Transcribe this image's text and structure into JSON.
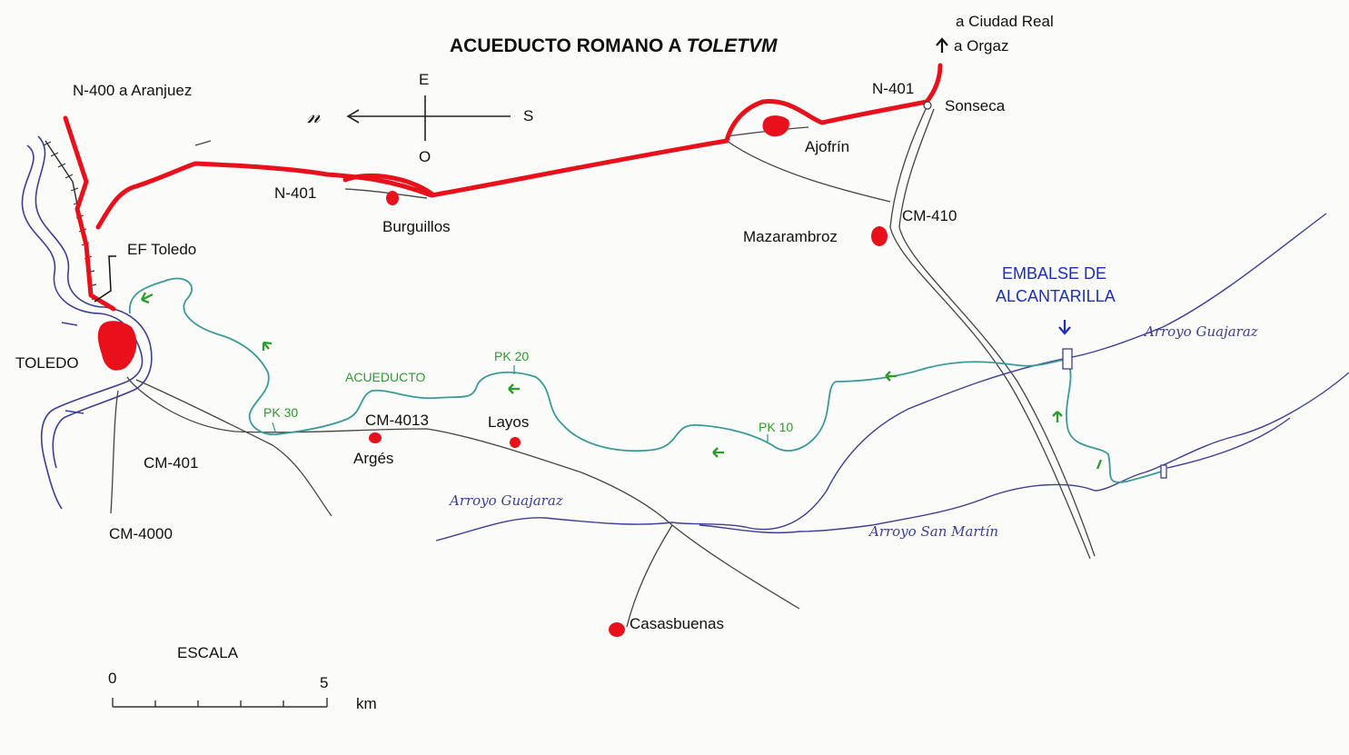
{
  "map": {
    "title": "ACUEDUCTO ROMANO A",
    "title_italic": "TOLETVM",
    "compass": {
      "east": "E",
      "south": "S",
      "west": "O",
      "north_symbol": "𝓃"
    },
    "places": {
      "toledo": "TOLEDO",
      "burguillos": "Burguillos",
      "ajofrin": "Ajofrín",
      "sonseca": "Sonseca",
      "mazarambroz": "Mazarambroz",
      "arges": "Argés",
      "layos": "Layos",
      "casasbuenas": "Casasbuenas",
      "ef_toledo": "EF Toledo"
    },
    "roads": {
      "n400": "N-400 a Aranjuez",
      "n401_west": "N-401",
      "n401_east": "N-401",
      "cm410": "CM-410",
      "cm4013": "CM-4013",
      "cm401": "CM-401",
      "cm4000": "CM-4000",
      "ciudad_real": "a Ciudad Real",
      "orgaz": "a Orgaz"
    },
    "aqueduct": {
      "label": "ACUEDUCTO",
      "pk10": "PK 10",
      "pk20": "PK 20",
      "pk30": "PK 30"
    },
    "reservoir": {
      "line1": "EMBALSE DE",
      "line2": "ALCANTARILLA"
    },
    "streams": {
      "guajaraz_east": "Arroyo Guajaraz",
      "guajaraz_west": "Arroyo Guajaraz",
      "san_martin": "Arroyo San Martín"
    },
    "scale": {
      "title": "ESCALA",
      "zero": "0",
      "five": "5",
      "unit": "km"
    },
    "colors": {
      "main_road": "#e8101a",
      "town": "#e8101a",
      "aqueduct": "#3a9a9a",
      "aqueduct_label": "#2a9d2a",
      "river": "#3d3d9a",
      "reservoir_label": "#1a2fc0",
      "road": "#444444"
    }
  }
}
